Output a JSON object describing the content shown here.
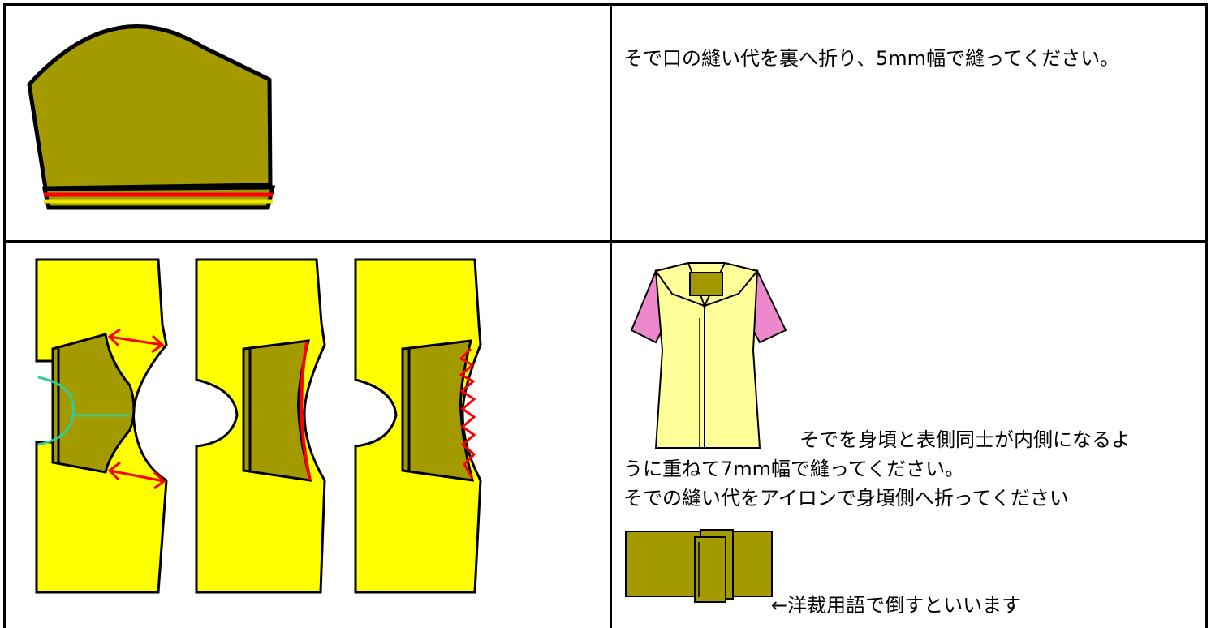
{
  "step_sleeve_hem": {
    "instruction": "そで口の縫い代を裏へ折り、5mm幅で縫ってください。"
  },
  "step_attach_sleeve": {
    "line1": "そでを身頃と表側同士が内側になるよ",
    "line2": "うに重ねて7mm幅で縫ってください。",
    "line3": "そでの縫い代をアイロンで身頃側へ折ってください",
    "note": "←洋裁用語で倒すといいます"
  },
  "colors": {
    "sleeve_olive": "#a39a00",
    "body_yellow": "#ffff00",
    "stitch_red": "#ff0000",
    "guide_teal": "#33cc99",
    "garment_pale_yellow": "#ffff99",
    "garment_pink": "#ee88cc"
  }
}
